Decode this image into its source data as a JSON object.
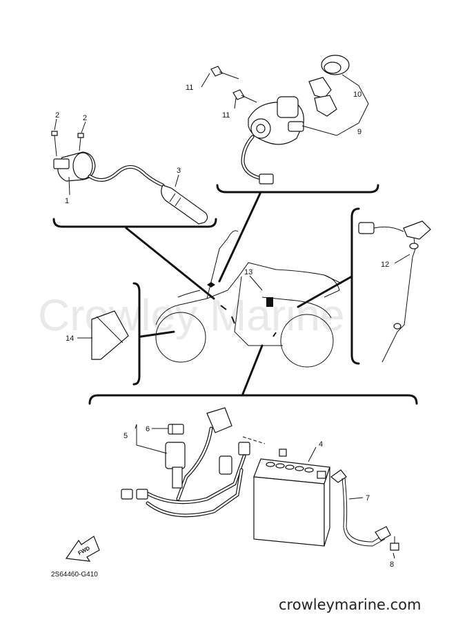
{
  "watermark": "Crowley Marine",
  "footer_site": "crowleymarine.com",
  "diagram_code": "2S64460-G410",
  "fwd_label": "FWD",
  "callouts": {
    "c1": "1",
    "c2a": "2",
    "c2b": "2",
    "c3": "3",
    "c4": "4",
    "c5": "5",
    "c6": "6",
    "c7": "7",
    "c8": "8",
    "c9": "9",
    "c10": "10",
    "c11a": "11",
    "c11b": "11",
    "c12": "12",
    "c13": "13",
    "c14": "14"
  }
}
